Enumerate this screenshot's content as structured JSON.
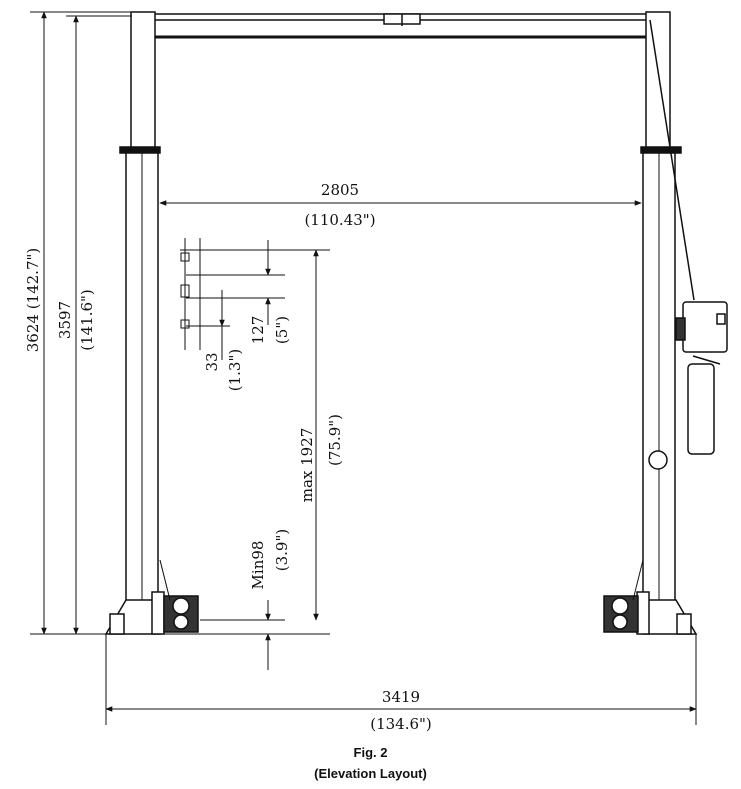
{
  "figure": {
    "title": "Fig. 2",
    "subtitle": "(Elevation Layout)"
  },
  "dimensions": {
    "inner_width": {
      "mm": "2805",
      "inch": "(110.43\")"
    },
    "overall_width": {
      "mm": "3419",
      "inch": "(134.6\")"
    },
    "overall_height": {
      "text": "3624 (142.7\")"
    },
    "height_to_beam": {
      "mm": "3597",
      "inch": "(141.6\")"
    },
    "max_lift": {
      "mm": "max 1927",
      "inch": "(75.9\")"
    },
    "min_height": {
      "mm": "Min98",
      "inch": "(3.9\")"
    },
    "step_127": {
      "mm": "127",
      "inch": "(5\")"
    },
    "step_33": {
      "mm": "33",
      "inch": "(1.3\")"
    }
  }
}
